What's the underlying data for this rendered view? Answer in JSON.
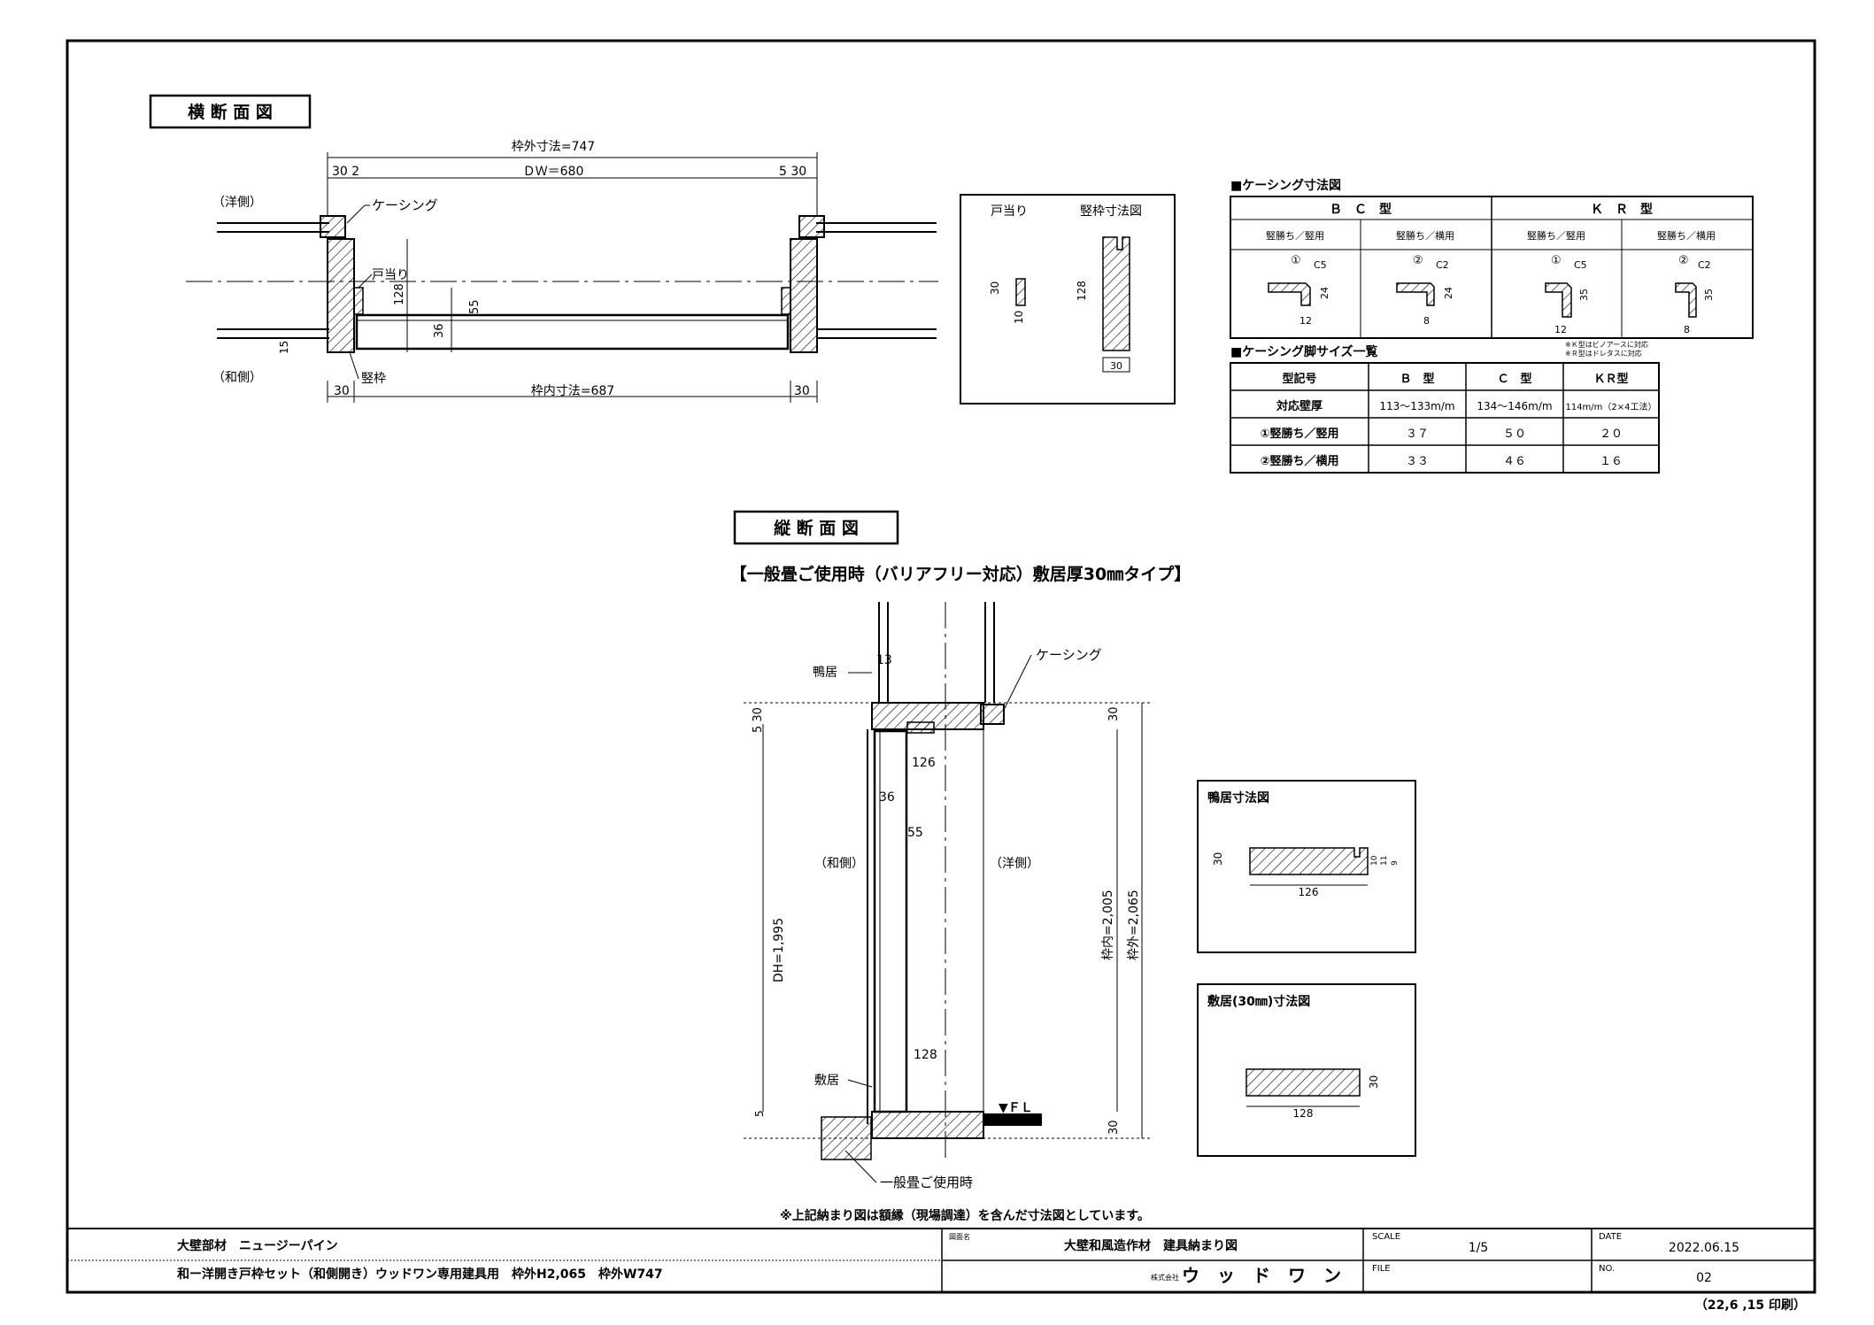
{
  "sections": {
    "plan_title": "横 断 面 図",
    "elev_title": "縦 断 面 図",
    "elev_subtitle": "【一般畳ご使用時（バリアフリー対応）敷居厚30㎜タイプ】"
  },
  "plan": {
    "frame_outer": "枠外寸法=747",
    "dw": "ＤＷ＝680",
    "left_dims": "30 2",
    "right_dims": "5 30",
    "yo_side": "（洋側）",
    "wa_side": "（和側）",
    "casing": "ケーシング",
    "stop": "戸当り",
    "stile": "竪枠",
    "d128": "128",
    "d55": "55",
    "d36": "36",
    "d15": "15",
    "bottom_left": "30",
    "bottom_right": "30",
    "frame_inner": "枠内寸法=687"
  },
  "detail_box": {
    "stop_label": "戸当り",
    "stile_label": "竪枠寸法図",
    "stop_w": "30",
    "stop_d": "10",
    "stile_h": "128",
    "stile_w": "30"
  },
  "casing_dims": {
    "title": "■ケーシング寸法図",
    "bc": "Ｂ　Ｃ　型",
    "kr": "Ｋ　Ｒ　型",
    "sub": [
      "竪勝ち／竪用",
      "竪勝ち／横用",
      "竪勝ち／竪用",
      "竪勝ち／横用"
    ],
    "num": [
      "①",
      "②",
      "①",
      "②"
    ],
    "chamfer": [
      "C5",
      "C2",
      "C5",
      "C2"
    ],
    "height": [
      "24",
      "24",
      "35",
      "35"
    ],
    "width": [
      "12",
      "8",
      "12",
      "8"
    ]
  },
  "casing_sizes": {
    "title": "■ケーシング脚サイズ一覧",
    "note1": "※Ｋ型はビノアースに対応",
    "note2": "※Ｒ型はドレタスに対応",
    "header": [
      "型記号",
      "Ｂ　型",
      "Ｃ　型",
      "ＫＲ型"
    ],
    "rows": [
      [
        "対応壁厚",
        "113～133m/m",
        "134～146m/m",
        "114m/m（2×4工法）"
      ],
      [
        "①竪勝ち／竪用",
        "３７",
        "５０",
        "２０"
      ],
      [
        "②竪勝ち／横用",
        "３３",
        "４６",
        "１６"
      ]
    ]
  },
  "elevation": {
    "head": "鴨居",
    "d13": "13",
    "casing": "ケーシング",
    "dim530": "5 30",
    "r30a": "30",
    "d126": "126",
    "d36": "36",
    "d55": "55",
    "wa_side": "（和側）",
    "yo_side": "（洋側）",
    "dh": "DH=1,995",
    "inner": "枠内=2,005",
    "outer": "枠外=2,065",
    "d128": "128",
    "sill": "敷居",
    "d5": "5",
    "fl": "▼ＦＬ",
    "r30b": "30",
    "tatami": "一般畳ご使用時"
  },
  "head_box": {
    "title": "鴨居寸法図",
    "h": "30",
    "w": "126",
    "g1": "10",
    "g2": "11",
    "g3": "9"
  },
  "sill_box": {
    "title": "敷居(30㎜)寸法図",
    "h": "30",
    "w": "128"
  },
  "footnote": "※上記納まり図は額縁（現場調達）を含んだ寸法図としています。",
  "titleblock": {
    "line1": "大壁部材　ニュージーパイン",
    "line2": "和ー洋開き戸枠セット（和側開き）ウッドワン専用建具用　枠外H2,065　枠外W747",
    "name_label": "図面名",
    "name": "大壁和風造作材　建具納まり図",
    "company_label": "株式会社",
    "company": "ウ　ッ　ド　ワ　ン",
    "scale_label": "SCALE",
    "scale": "1/5",
    "file_label": "FILE",
    "date_label": "DATE",
    "date": "2022.06.15",
    "no_label": "NO.",
    "no": "02"
  },
  "print_note": "（22,6 ,15 印刷）"
}
